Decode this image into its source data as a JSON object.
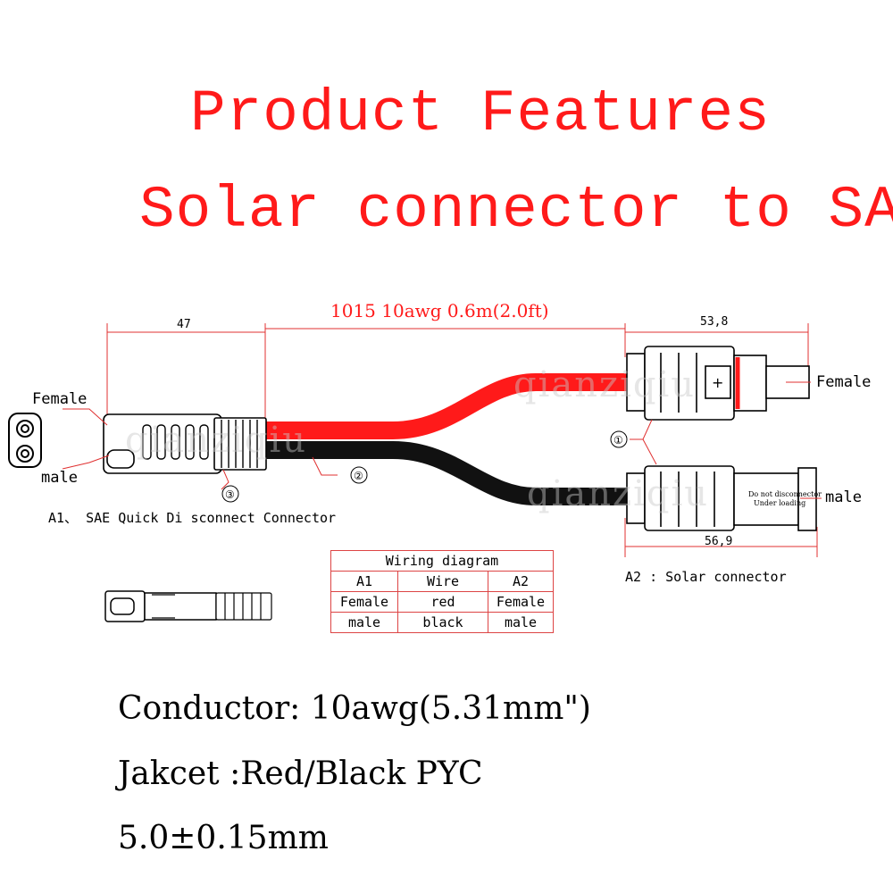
{
  "title": {
    "line1": "Product  Features",
    "line2": "Solar connector to SAE"
  },
  "cable_label": "1015 10awg 0.6m(2.0ft)",
  "dimensions": {
    "sae_length": "47",
    "female_connector_length": "53,8",
    "male_connector_length": "56,9"
  },
  "labels": {
    "sae_female": "Female",
    "sae_male": "male",
    "solar_female": "Female",
    "solar_male": "male",
    "callout_1": "①",
    "callout_2": "②",
    "callout_3": "③",
    "plus_sign": "+",
    "warning_line1": "Do not disconnector",
    "warning_line2": "Under loading"
  },
  "captions": {
    "a1": "A1、 SAE Quick Di sconnect Connector",
    "a2": "A2 : Solar connector"
  },
  "watermark": "qianziqiu",
  "wiring_table": {
    "title": "Wiring diagram",
    "headers": [
      "A1",
      "Wire",
      "A2"
    ],
    "rows": [
      [
        "Female",
        "red",
        "Female"
      ],
      [
        "male",
        "black",
        "male"
      ]
    ]
  },
  "specs": {
    "conductor": "Conductor: 10awg(5.31mm\")",
    "jacket": "Jakcet :Red/Black PYC",
    "thickness": "5.0±0.15mm"
  },
  "colors": {
    "title": "#ff1a1a",
    "red_wire": "#ff1a1a",
    "black_wire": "#111111",
    "leader": "#e03030"
  }
}
